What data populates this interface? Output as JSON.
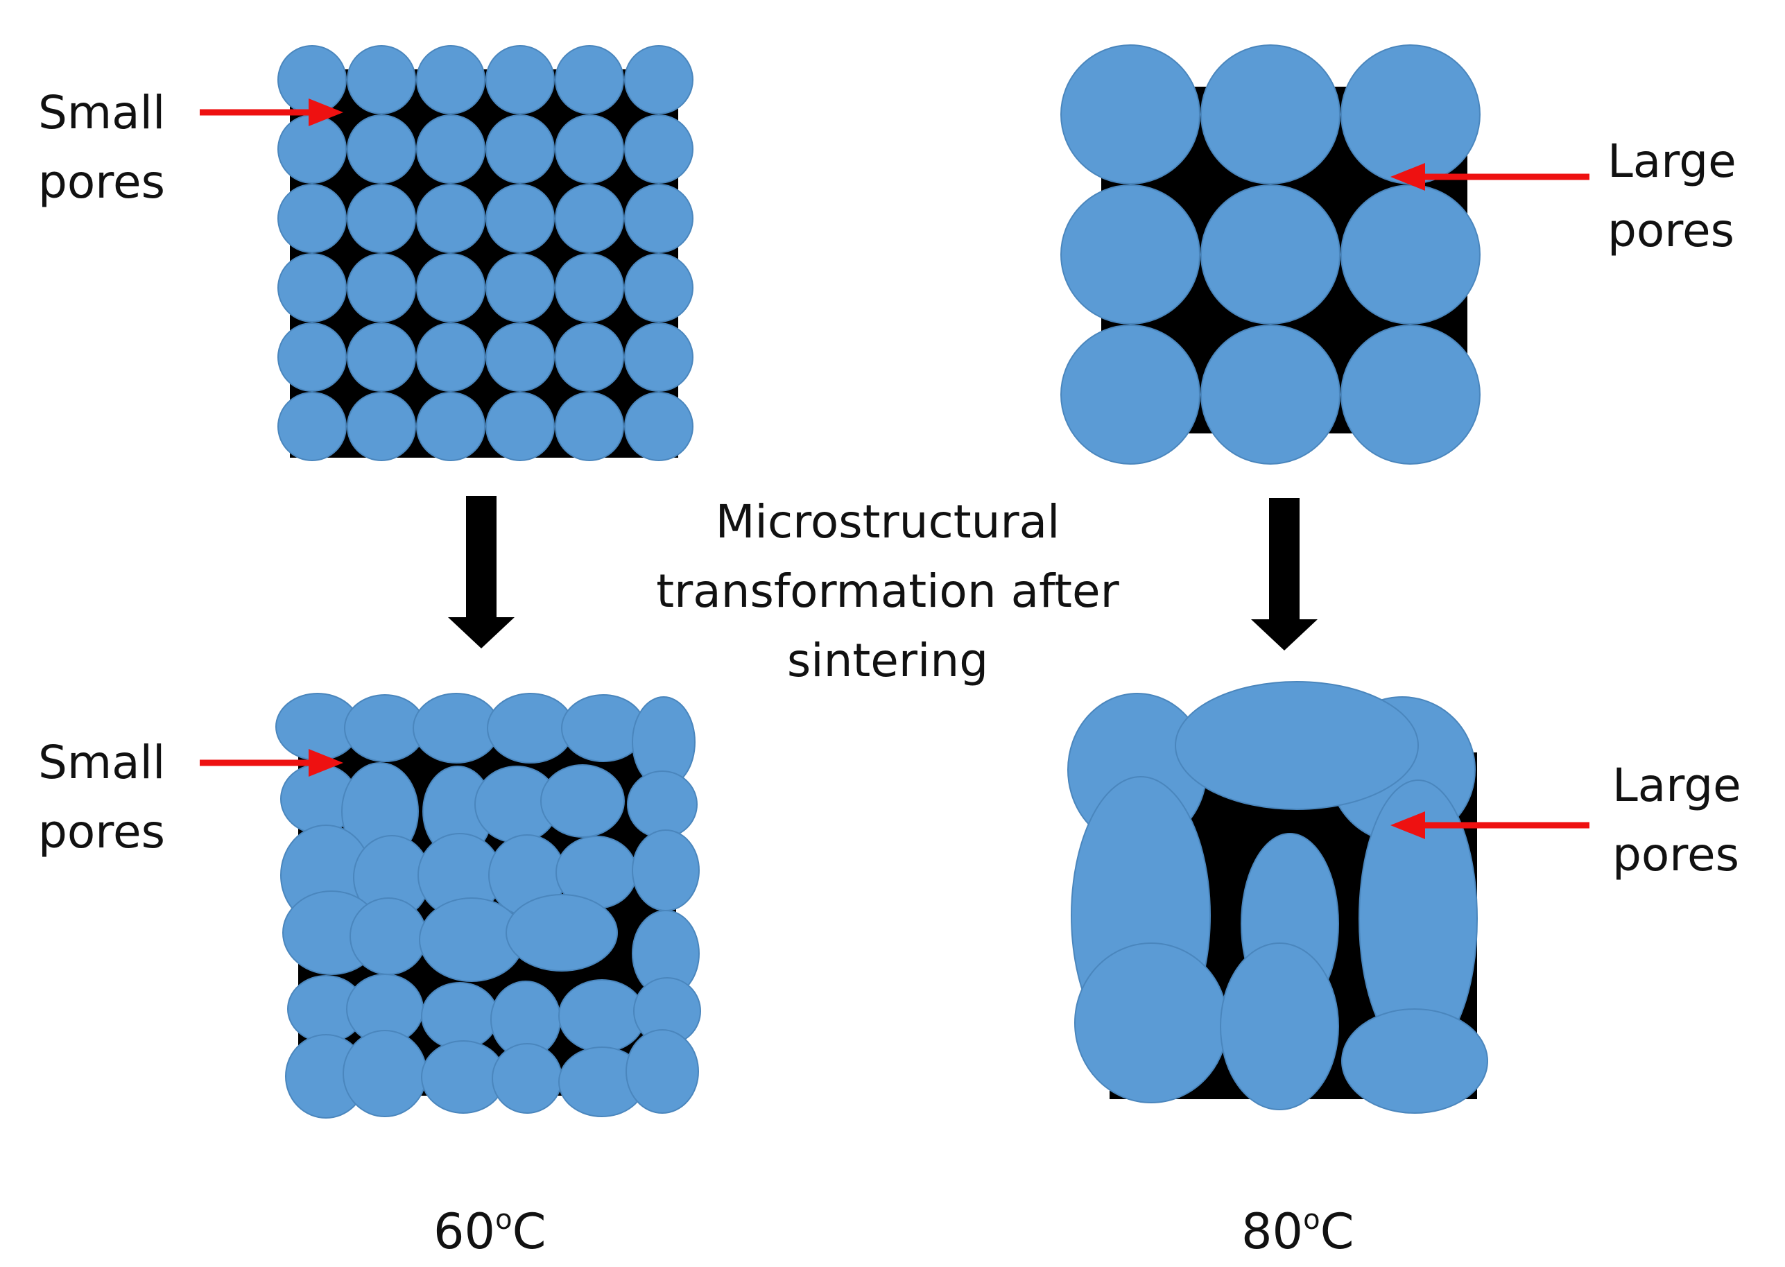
{
  "labels": {
    "top_left": [
      "Small",
      "pores"
    ],
    "top_right": [
      "Large",
      "pores"
    ],
    "bottom_left": [
      "Small",
      "pores"
    ],
    "bottom_right": [
      "Large",
      "pores"
    ],
    "center": [
      "Microstructural",
      "transformation after",
      "sintering"
    ],
    "temp_left": {
      "value": "60",
      "sup": "o",
      "unit": "C"
    },
    "temp_right": {
      "value": "80",
      "sup": "o",
      "unit": "C"
    }
  },
  "colors": {
    "particle": "#5b9bd5",
    "particle_edge": "#4a86bd",
    "pore": "#000000",
    "pointer_arrow": "#ee1111",
    "flow_arrow": "#000000",
    "text": "#111111"
  },
  "packing": {
    "small_particles_grid": "6x6",
    "large_particles_grid": "3x3"
  }
}
